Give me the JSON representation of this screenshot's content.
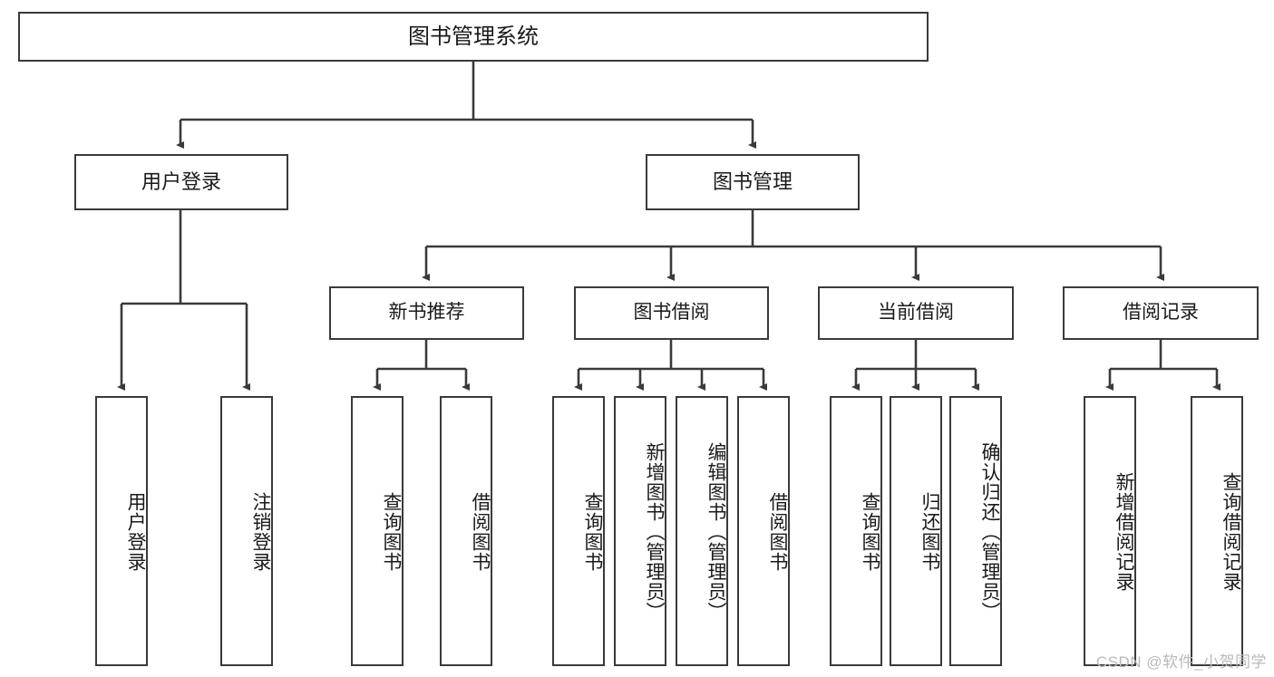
{
  "diagram": {
    "type": "hierarchy-tree",
    "title": "图书管理系统",
    "watermark": "CSDN @软件_小贺同学",
    "colors": {
      "stroke": "#3a3a3a",
      "fill": "#ffffff",
      "text": "#1a1a1a",
      "watermark": "#b9b9b9"
    },
    "nodes": {
      "root": {
        "label": "图书管理系统"
      },
      "level2": [
        {
          "label": "用户登录"
        },
        {
          "label": "图书管理"
        }
      ],
      "level3": [
        {
          "label": "新书推荐"
        },
        {
          "label": "图书借阅"
        },
        {
          "label": "当前借阅"
        },
        {
          "label": "借阅记录"
        }
      ],
      "leaves": {
        "user_login": [
          {
            "label": "用户登录"
          },
          {
            "label": "注销登录"
          }
        ],
        "new_book_recommend": [
          {
            "label": "查询图书"
          },
          {
            "label": "借阅图书"
          }
        ],
        "book_borrow": [
          {
            "label": "查询图书"
          },
          {
            "label": "新增图书（管理员）"
          },
          {
            "label": "编辑图书（管理员）"
          },
          {
            "label": "借阅图书"
          }
        ],
        "current_borrow": [
          {
            "label": "查询图书"
          },
          {
            "label": "归还图书"
          },
          {
            "label": "确认归还（管理员）"
          }
        ],
        "borrow_record": [
          {
            "label": "新增借阅记录"
          },
          {
            "label": "查询借阅记录"
          }
        ]
      }
    }
  }
}
